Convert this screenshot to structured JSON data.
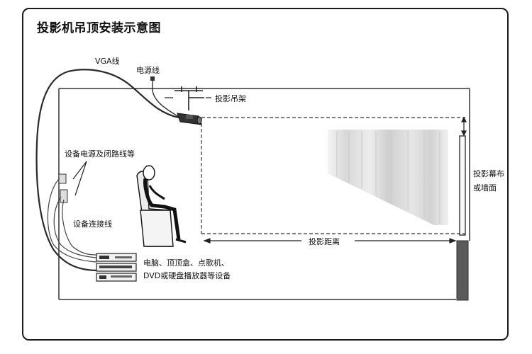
{
  "title": "投影机吊顶安装示意图",
  "labels": {
    "vga": "VGA线",
    "power": "电源线",
    "mount": "投影吊架",
    "device_power": "设备电源及闭路线等",
    "device_conn": "设备连接线",
    "devices_line1": "电脑、顶顶盒、点歌机、",
    "devices_line2": "DVD或硬盘播放器等设备",
    "screen_line1": "投影幕布",
    "screen_line2": "或墙面",
    "distance": "投影距离"
  }
}
